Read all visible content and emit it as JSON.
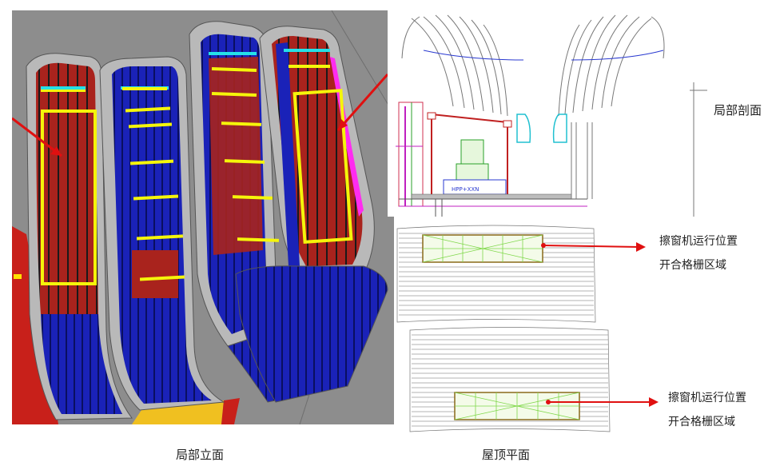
{
  "captions": {
    "elevation": "局部立面",
    "roof_plan": "屋顶平面",
    "section": "局部剖面"
  },
  "annotations": [
    {
      "line1": "擦窗机运行位置",
      "line2": "开合格栅区域"
    },
    {
      "line1": "擦窗机运行位置",
      "line2": "开合格栅区域"
    }
  ],
  "section_plate_text": "HPP+XXN",
  "colors": {
    "render_bg": "#8d8d8d",
    "facade_blue": "#1a22b8",
    "panel_red": "#a9231d",
    "frame_grey": "#b9b9b9",
    "highlight_yellow": "#f5f50a",
    "accent_cyan": "#25e0e8",
    "accent_magenta": "#ff2cf0",
    "arrow_red": "#e01010",
    "grille_green": "#7fd84a",
    "grille_brown": "#8a6a1a"
  }
}
